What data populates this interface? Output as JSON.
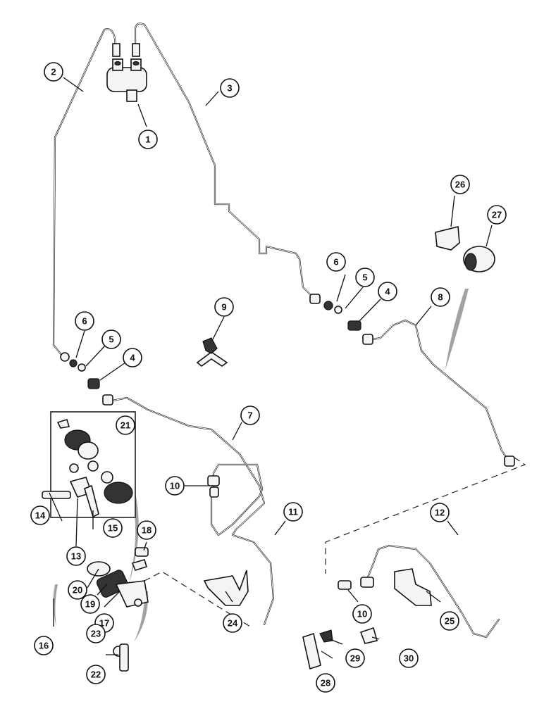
{
  "callouts": [
    {
      "id": "c1",
      "label": "1"
    },
    {
      "id": "c2",
      "label": "2"
    },
    {
      "id": "c3",
      "label": "3"
    },
    {
      "id": "c4a",
      "label": "4"
    },
    {
      "id": "c4b",
      "label": "4"
    },
    {
      "id": "c5a",
      "label": "5"
    },
    {
      "id": "c5b",
      "label": "5"
    },
    {
      "id": "c6a",
      "label": "6"
    },
    {
      "id": "c6b",
      "label": "6"
    },
    {
      "id": "c7",
      "label": "7"
    },
    {
      "id": "c8",
      "label": "8"
    },
    {
      "id": "c9",
      "label": "9"
    },
    {
      "id": "c10a",
      "label": "10"
    },
    {
      "id": "c10b",
      "label": "10"
    },
    {
      "id": "c11",
      "label": "11"
    },
    {
      "id": "c12",
      "label": "12"
    },
    {
      "id": "c13",
      "label": "13"
    },
    {
      "id": "c14",
      "label": "14"
    },
    {
      "id": "c15",
      "label": "15"
    },
    {
      "id": "c16",
      "label": "16"
    },
    {
      "id": "c17",
      "label": "17"
    },
    {
      "id": "c18",
      "label": "18"
    },
    {
      "id": "c19",
      "label": "19"
    },
    {
      "id": "c20",
      "label": "20"
    },
    {
      "id": "c21",
      "label": "21"
    },
    {
      "id": "c22",
      "label": "22"
    },
    {
      "id": "c23",
      "label": "23"
    },
    {
      "id": "c24",
      "label": "24"
    },
    {
      "id": "c25",
      "label": "25"
    },
    {
      "id": "c26",
      "label": "26"
    },
    {
      "id": "c27",
      "label": "27"
    },
    {
      "id": "c28",
      "label": "28"
    },
    {
      "id": "c29",
      "label": "29"
    },
    {
      "id": "c30",
      "label": "30"
    }
  ]
}
